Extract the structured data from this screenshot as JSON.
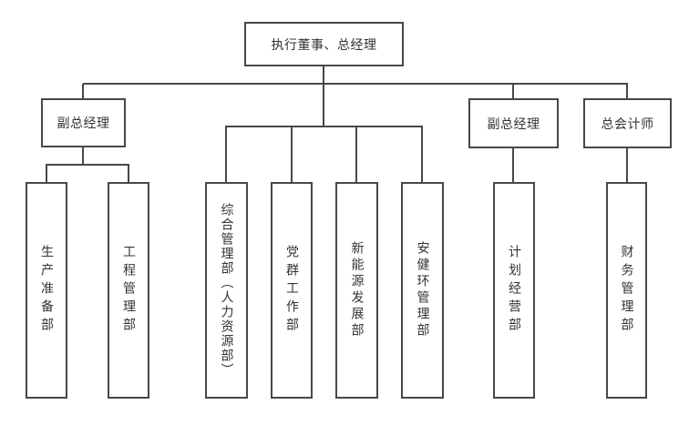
{
  "diagram": {
    "type": "org-chart",
    "line_color": "#45484d",
    "text_color": "#333333",
    "background_color": "#ffffff",
    "nodes": {
      "root": "执行董事、总经理",
      "deputy_gm_left": "副总经理",
      "deputy_gm_right": "副总经理",
      "chief_accountant": "总会计师",
      "dept_production_prep": "生产准备部",
      "dept_engineering_mgmt": "工程管理部",
      "dept_general_admin_hr": "综合管理部（人力资源部）",
      "dept_party_work": "党群工作部",
      "dept_new_energy": "新能源发展部",
      "dept_safety_health_env": "安健环管理部",
      "dept_planning_operations": "计划经营部",
      "dept_finance_mgmt": "财务管理部"
    },
    "edges": [
      "root->deputy_gm_left",
      "root->dept_general_admin_hr",
      "root->dept_party_work",
      "root->dept_new_energy",
      "root->dept_safety_health_env",
      "root->deputy_gm_right",
      "root->chief_accountant",
      "deputy_gm_left->dept_production_prep",
      "deputy_gm_left->dept_engineering_mgmt",
      "deputy_gm_right->dept_planning_operations",
      "chief_accountant->dept_finance_mgmt"
    ]
  }
}
